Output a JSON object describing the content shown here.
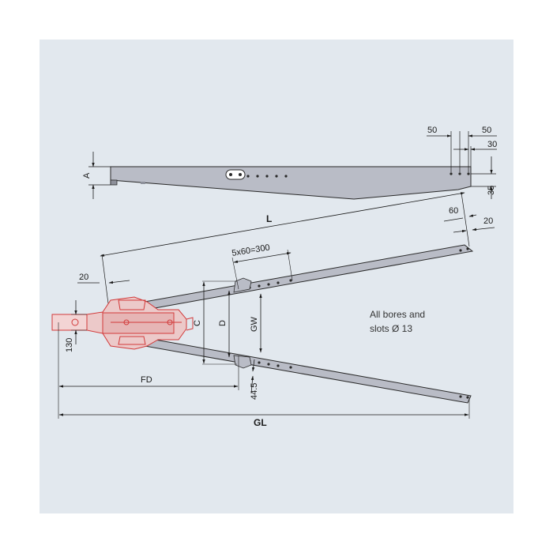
{
  "colors": {
    "background": "#e2e8ee",
    "steel": "#b9bcc6",
    "outline": "#2a2a2a",
    "coupling_red": "#d23a3a",
    "dimension_line": "#1a1a1a"
  },
  "side_view": {
    "height_label": "A",
    "top_dim_left": "50",
    "top_dim_right": "50",
    "top_dim_offset": "30",
    "end_height": "35"
  },
  "plan_view": {
    "length_label": "L",
    "right_end_spacing": "60",
    "right_end_offset": "20",
    "left_offset": "20",
    "hole_pattern": "5x60=300",
    "dim_c": "C",
    "dim_d": "D",
    "dim_gw": "GW",
    "dim_130": "130",
    "dim_fd": "FD",
    "dim_445": "44.5",
    "dim_gl": "GL"
  },
  "note": {
    "line1": "All bores and",
    "line2": "slots Ø 13"
  }
}
